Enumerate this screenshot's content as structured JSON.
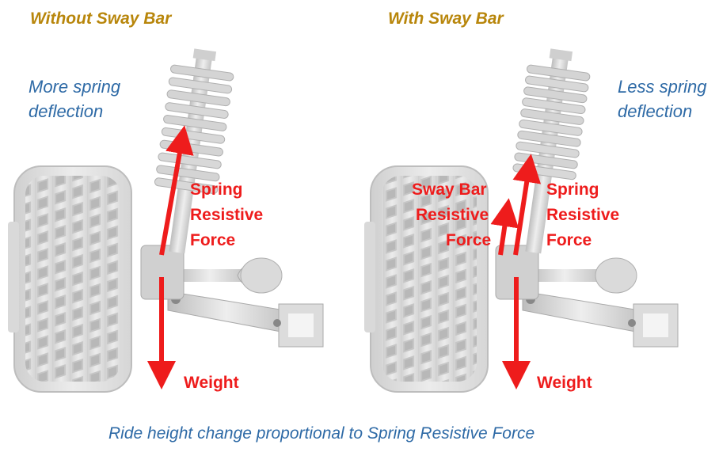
{
  "left_panel": {
    "title": "Without Sway Bar",
    "note_line1": "More spring",
    "note_line2": "deflection",
    "spring_force_label": [
      "Spring",
      "Resistive",
      "Force"
    ],
    "weight_label": "Weight"
  },
  "right_panel": {
    "title": "With Sway Bar",
    "note_line1": "Less spring",
    "note_line2": "deflection",
    "sway_bar_force_label": [
      "Sway Bar",
      "Resistive",
      "Force"
    ],
    "spring_force_label": [
      "Spring",
      "Resistive",
      "Force"
    ],
    "weight_label": "Weight"
  },
  "caption": "Ride height change proportional to Spring Resistive Force",
  "colors": {
    "title": "#b8860b",
    "note": "#2e6aa6",
    "force": "#ee1c1c",
    "metal": "#d4d4d4"
  }
}
